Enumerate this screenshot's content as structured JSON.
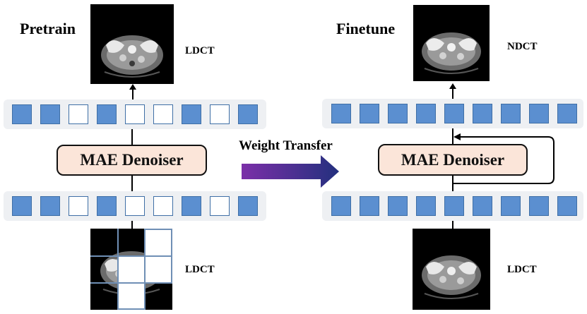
{
  "left": {
    "title": "Pretrain",
    "top_image_label": "LDCT",
    "bottom_image_label": "LDCT",
    "module_label": "MAE Denoiser",
    "token_mask_pattern": [
      false,
      false,
      true,
      false,
      true,
      true,
      false,
      true,
      false
    ]
  },
  "middle": {
    "transfer_label": "Weight Transfer"
  },
  "right": {
    "title": "Finetune",
    "top_image_label": "NDCT",
    "bottom_image_label": "LDCT",
    "module_label": "MAE Denoiser",
    "token_mask_pattern": [
      false,
      false,
      false,
      false,
      false,
      false,
      false,
      false,
      false
    ]
  },
  "colors": {
    "token_fill": "#5b8fd0",
    "token_border": "#3f6fa6",
    "module_fill": "#fbe5d9",
    "strip_bg": "#eef0f3",
    "arrow_start": "#7b2fa8",
    "arrow_end": "#23307e"
  }
}
